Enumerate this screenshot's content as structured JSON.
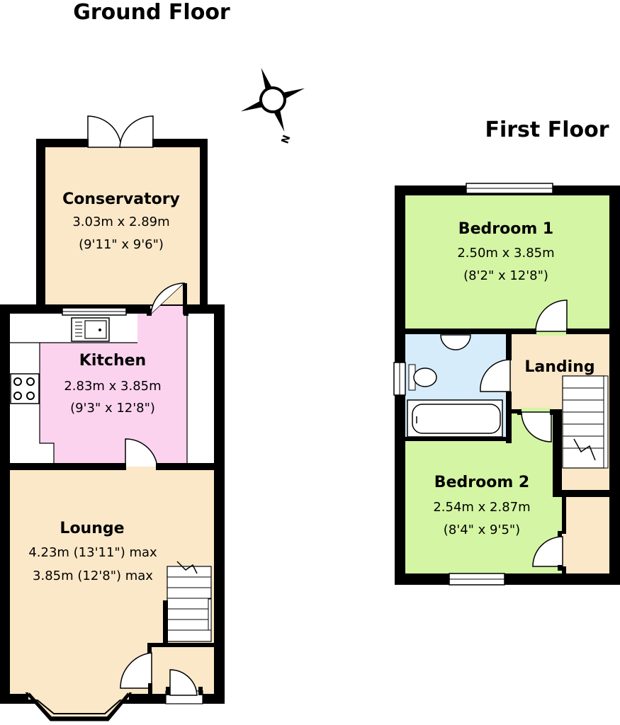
{
  "ground_floor": {
    "title": "Ground Floor",
    "rooms": {
      "conservatory": {
        "name": "Conservatory",
        "line1": "3.03m x 2.89m",
        "line2": "(9'11\" x 9'6\")"
      },
      "kitchen": {
        "name": "Kitchen",
        "line1": "2.83m x 3.85m",
        "line2": "(9'3\" x 12'8\")"
      },
      "lounge": {
        "name": "Lounge",
        "line1": "4.23m (13'11\") max",
        "line2": "3.85m (12'8\") max"
      }
    }
  },
  "first_floor": {
    "title": "First Floor",
    "rooms": {
      "bedroom1": {
        "name": "Bedroom 1",
        "line1": "2.50m x 3.85m",
        "line2": "(8'2\" x 12'8\")"
      },
      "landing": {
        "name": "Landing"
      },
      "bedroom2": {
        "name": "Bedroom 2",
        "line1": "2.54m x 2.87m",
        "line2": "(8'4\" x 9'5\")"
      }
    }
  },
  "compass": {
    "label": "N"
  },
  "colors": {
    "wall": "#000000",
    "conservatory": "#fbe8c8",
    "kitchen": "#fbd3ee",
    "kitchen_units": "#ffffff",
    "lounge": "#fbe8c8",
    "bedroom": "#d4f5a3",
    "bathroom": "#d6ecfb",
    "landing": "#fbe8c8",
    "store": "#fbe8c8"
  }
}
